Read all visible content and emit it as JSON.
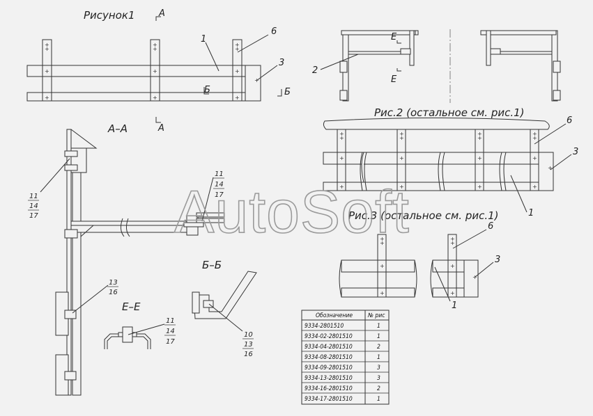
{
  "titles": {
    "fig1": "Рисунок1",
    "fig2": "Рис.2 (остальное см. рис.1)",
    "fig3": "Рис.3 (остальное см. рис.1)",
    "section_aa": "А–А",
    "section_bb": "Б–Б",
    "section_ee": "Е–Е"
  },
  "markers": {
    "a": "А",
    "b": "Б",
    "e": "Е"
  },
  "callouts": {
    "n1": "1",
    "n2": "2",
    "n3": "3",
    "n6": "6",
    "n10": "10",
    "n11": "11",
    "n13": "13",
    "n14": "14",
    "n16": "16",
    "n17": "17"
  },
  "watermark": "AutoSoft",
  "table": {
    "headers": [
      "Обозначение",
      "№ рис"
    ],
    "rows": [
      [
        "9334-2801510",
        "1"
      ],
      [
        "9334-02-2801510",
        "1"
      ],
      [
        "9334-04-2801510",
        "2"
      ],
      [
        "9334-08-2801510",
        "1"
      ],
      [
        "9334-09-2801510",
        "3"
      ],
      [
        "9334-13-2801510",
        "3"
      ],
      [
        "9334-16-2801510",
        "2"
      ],
      [
        "9334-17-2801510",
        "1"
      ]
    ]
  }
}
